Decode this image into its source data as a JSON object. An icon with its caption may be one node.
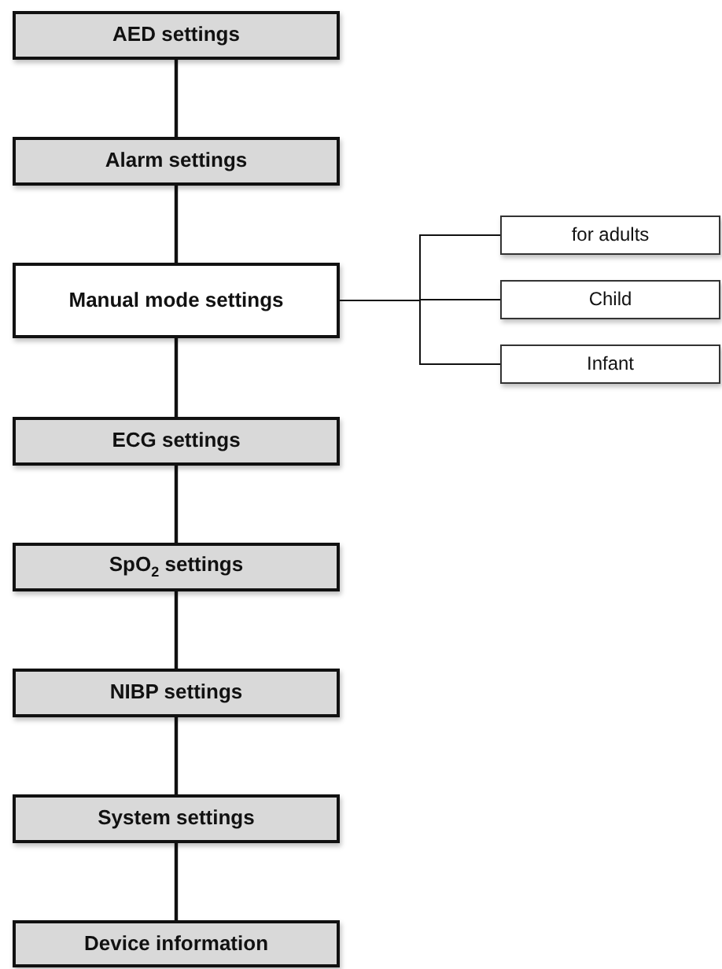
{
  "diagram": {
    "nodes": [
      {
        "text": [
          "AED settings"
        ]
      },
      {
        "text": [
          "Alarm settings"
        ]
      },
      {
        "text": [
          "Manual mode settings"
        ]
      },
      {
        "text": [
          "ECG settings"
        ]
      },
      {
        "text": [
          "SpO$_{2}$ settings"
        ]
      },
      {
        "text": [
          "NIBP settings"
        ]
      },
      {
        "text": [
          "System settings"
        ]
      },
      {
        "text": [
          "Device information"
        ]
      },
      {
        "text": [
          "for adults"
        ]
      },
      {
        "text": [
          "Child"
        ]
      },
      {
        "text": [
          "Infant"
        ]
      }
    ],
    "edges": [
      {
        "from": 0,
        "to": 1,
        "arrow": "none"
      },
      {
        "from": 1,
        "to": 2,
        "arrow": "none"
      },
      {
        "from": 2,
        "to": 3,
        "arrow": "none"
      },
      {
        "from": 3,
        "to": 4,
        "arrow": "none"
      },
      {
        "from": 4,
        "to": 5,
        "arrow": "none"
      },
      {
        "from": 5,
        "to": 6,
        "arrow": "none"
      },
      {
        "from": 6,
        "to": 7,
        "arrow": "none"
      },
      {
        "from": 2,
        "to": 8,
        "arrow": "none"
      },
      {
        "from": 2,
        "to": 9,
        "arrow": "none"
      },
      {
        "from": 2,
        "to": 10,
        "arrow": "none"
      }
    ]
  }
}
